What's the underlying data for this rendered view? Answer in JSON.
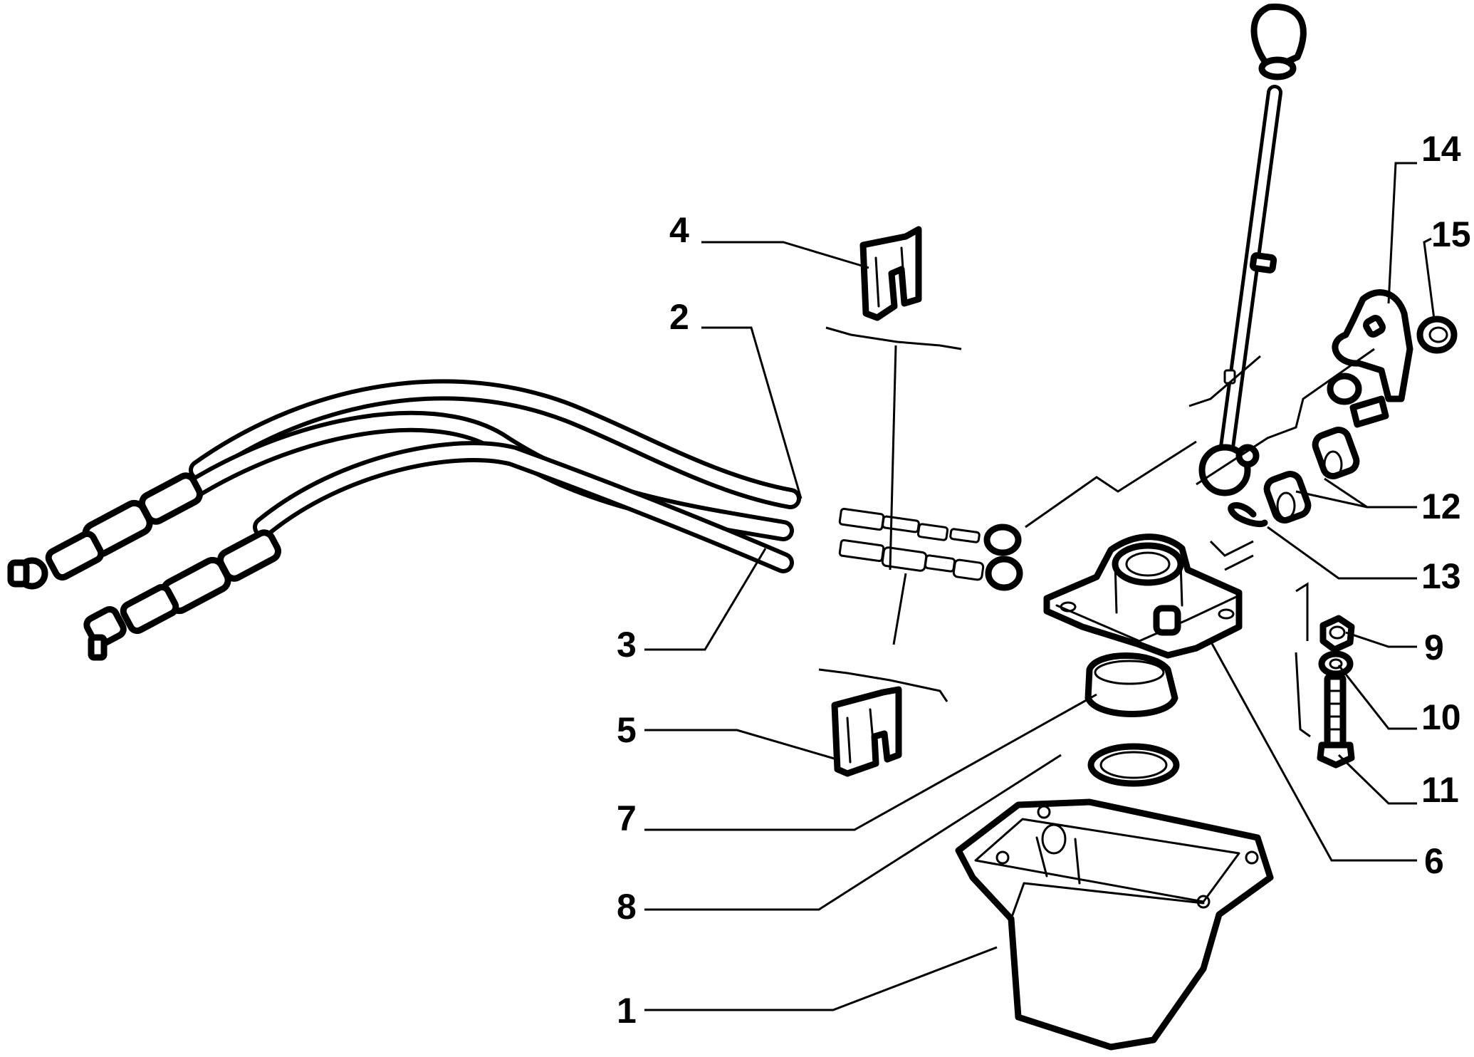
{
  "diagram": {
    "colors": {
      "ink": "#000000",
      "paper": "#ffffff"
    },
    "callouts": [
      {
        "id": "1",
        "label": "1"
      },
      {
        "id": "2",
        "label": "2"
      },
      {
        "id": "3",
        "label": "3"
      },
      {
        "id": "4",
        "label": "4"
      },
      {
        "id": "5",
        "label": "5"
      },
      {
        "id": "6",
        "label": "6"
      },
      {
        "id": "7",
        "label": "7"
      },
      {
        "id": "8",
        "label": "8"
      },
      {
        "id": "9",
        "label": "9"
      },
      {
        "id": "10",
        "label": "10"
      },
      {
        "id": "11",
        "label": "11"
      },
      {
        "id": "12",
        "label": "12"
      },
      {
        "id": "13",
        "label": "13"
      },
      {
        "id": "14",
        "label": "14"
      },
      {
        "id": "15",
        "label": "15"
      }
    ]
  }
}
